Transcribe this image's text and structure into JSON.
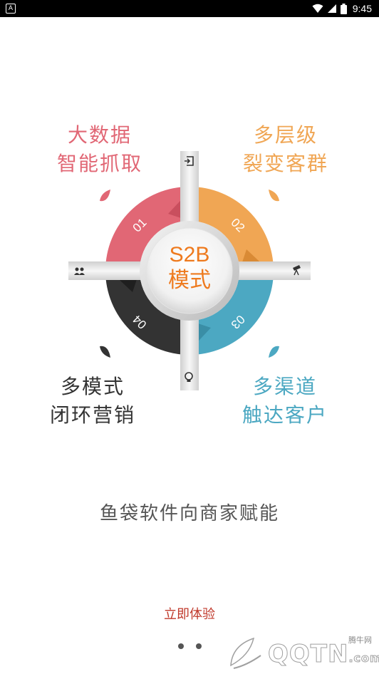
{
  "status_bar": {
    "app_icon": "A",
    "time": "9:45",
    "icons": [
      "wifi-icon",
      "signal-icon",
      "battery-icon"
    ]
  },
  "diagram": {
    "center": {
      "line1": "S2B",
      "line2": "模式"
    },
    "quadrants": [
      {
        "number": "01",
        "label_line1": "大数据",
        "label_line2": "智能抓取",
        "color": "#e16775"
      },
      {
        "number": "02",
        "label_line1": "多层级",
        "label_line2": "裂变客群",
        "color": "#f0a654"
      },
      {
        "number": "03",
        "label_line1": "多渠道",
        "label_line2": "触达客户",
        "color": "#4ca8c2"
      },
      {
        "number": "04",
        "label_line1": "多模式",
        "label_line2": "闭环营销",
        "color": "#333333"
      }
    ],
    "arm_icons": [
      "login-icon",
      "telescope-icon",
      "lightbulb-icon",
      "users-icon"
    ],
    "center_color": "#ee7a1e"
  },
  "tagline": "鱼袋软件向商家赋能",
  "cta_label": "立即体验",
  "cta_color": "#c0392b",
  "pager": {
    "count": 2
  },
  "watermark": {
    "text": "QQTN",
    "suffix": ".com",
    "chinese": "腾牛网"
  }
}
